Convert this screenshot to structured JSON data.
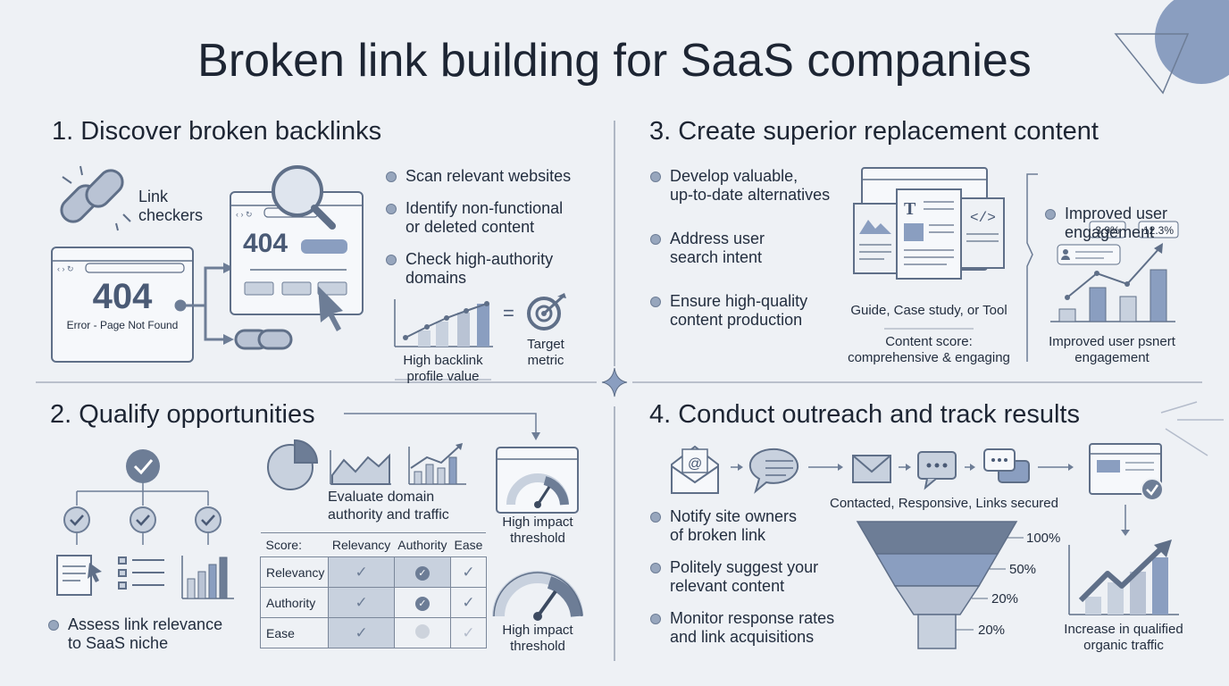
{
  "title": "Broken link building for SaaS companies",
  "section1": {
    "heading": "1. Discover broken backlinks",
    "link_checkers_label": "Link\ncheckers",
    "error_code": "404",
    "error_text": "Error - Page Not Found",
    "browser_code": "404",
    "bullets": [
      "Scan relevant websites",
      "Identify non-functional\nor deleted content",
      "Check high-authority\ndomains"
    ],
    "chart_label": "High backlink\nprofile value",
    "equals": "=",
    "target_label": "Target\nmetric"
  },
  "section2": {
    "heading": "2. Qualify opportunities",
    "evaluate_label": "Evaluate domain\nauthority and traffic",
    "threshold_label_1": "High impact\nthreshold",
    "threshold_label_2": "High impact\nthreshold",
    "assess_label": "Assess link relevance\nto SaaS niche",
    "table_headers": [
      "Score:",
      "Relevancy",
      "Authority",
      "Ease"
    ],
    "table_rows": [
      "Relevancy",
      "Authority",
      "Ease"
    ]
  },
  "section3": {
    "heading": "3. Create superior replacement content",
    "bullets": [
      "Develop valuable,\nup-to-date alternatives",
      "Address user\nsearch intent",
      "Ensure high-quality\ncontent production"
    ],
    "content_types": "Guide, Case study, or Tool",
    "content_score": "Content score:\ncomprehensive & engaging",
    "engagement_top": "Improved user\nengagement",
    "stat_1": "3.9%",
    "stat_2": "12.3%",
    "engagement_bottom": "Improved user psnert\nengagement"
  },
  "section4": {
    "heading": "4. Conduct outreach and track results",
    "funnel_caption": "Contacted, Responsive, Links secured",
    "bullets": [
      "Notify site owners\nof broken link",
      "Politely suggest your\nrelevant content",
      "Monitor response rates\nand link acquisitions"
    ],
    "funnel_levels": [
      "100%",
      "50%",
      "20%",
      "20%"
    ],
    "traffic_label": "Increase in qualified\norganic traffic"
  },
  "colors": {
    "accent": "#6d7d96",
    "light": "#c8d1de",
    "background": "#eef1f5",
    "circle": "#8a9ec0"
  }
}
